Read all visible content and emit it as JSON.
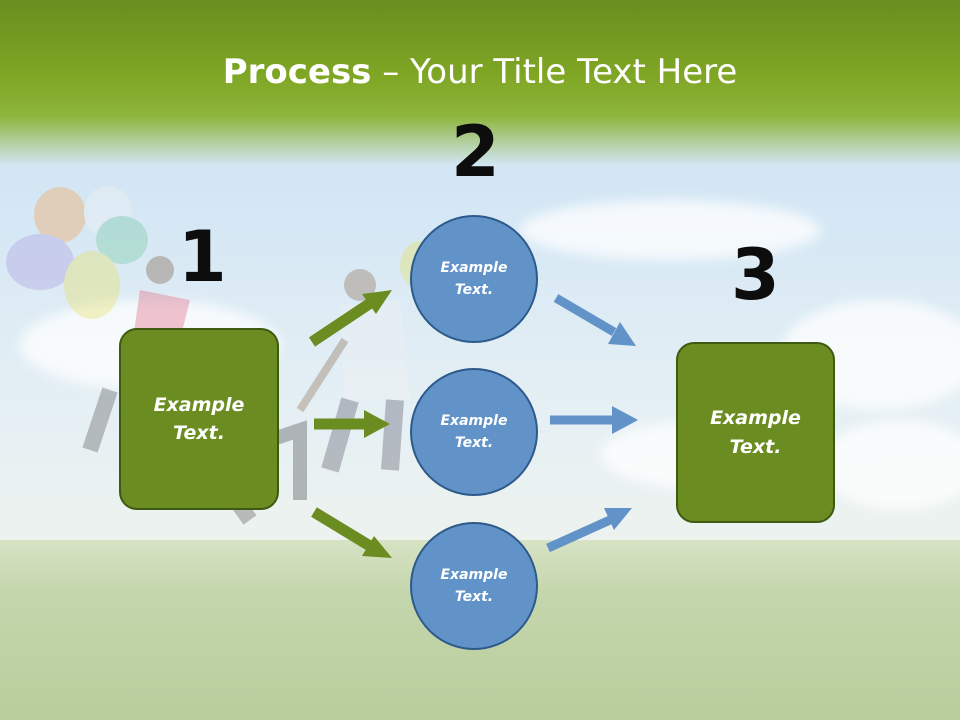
{
  "slide": {
    "title_bold": "Process",
    "title_rest": " – Your Title Text Here"
  },
  "steps": [
    {
      "number": "1"
    },
    {
      "number": "2"
    },
    {
      "number": "3"
    }
  ],
  "left_box": {
    "line1": "Example",
    "line2": "Text."
  },
  "right_box": {
    "line1": "Example",
    "line2": "Text."
  },
  "circles": [
    {
      "line1": "Example",
      "line2": "Text."
    },
    {
      "line1": "Example",
      "line2": "Text."
    },
    {
      "line1": "Example",
      "line2": "Text."
    }
  ],
  "colors": {
    "header_green": "#7fa524",
    "box_green": "#6b8c20",
    "circle_blue": "#6193c8",
    "arrow_green": "#6b8c20",
    "arrow_blue": "#6193c8"
  }
}
